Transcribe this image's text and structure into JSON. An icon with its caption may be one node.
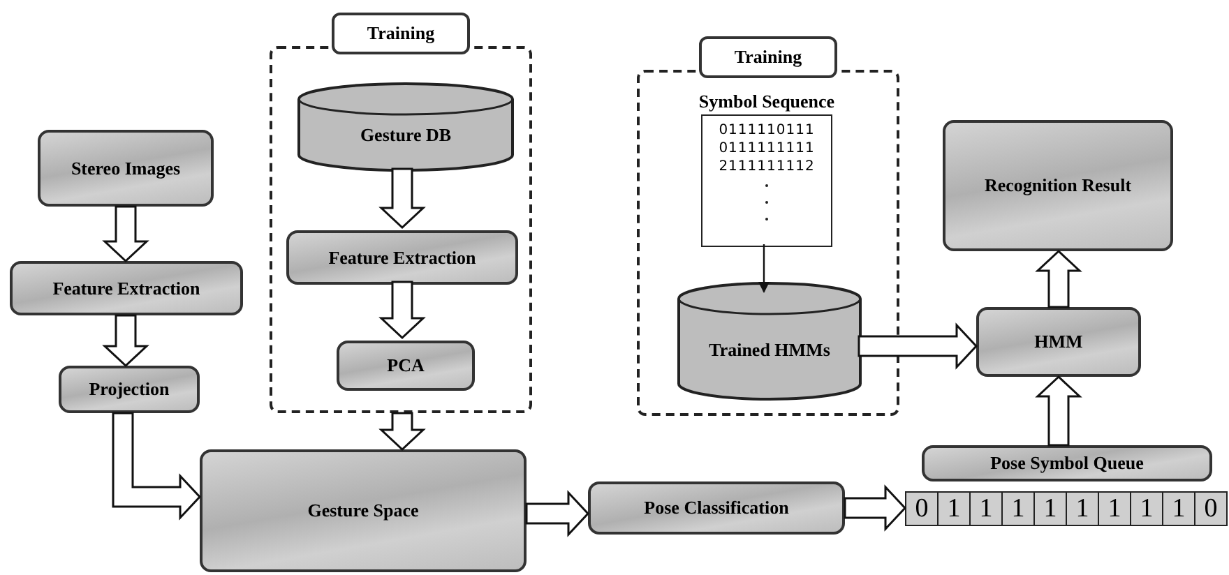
{
  "diagram": {
    "nodes": [
      {
        "text": [
          "Stereo Images"
        ]
      },
      {
        "text": [
          "Feature Extraction"
        ]
      },
      {
        "text": [
          "Projection"
        ]
      },
      {
        "text": [
          "Training"
        ]
      },
      {
        "text": [
          "Gesture DB"
        ],
        "in": 3
      },
      {
        "text": [
          "Feature Extraction"
        ],
        "in": 3
      },
      {
        "text": [
          "PCA"
        ],
        "in": 3
      },
      {
        "text": [
          "Gesture Space"
        ]
      },
      {
        "text": [
          "Pose Classification"
        ]
      },
      {
        "text": [
          "Training"
        ]
      },
      {
        "text": [
          "Symbol Sequence",
          "0111110111",
          "0111111111",
          "2111111112"
        ],
        "in": 9
      },
      {
        "text": [
          "Trained HMMs"
        ],
        "in": 9
      },
      {
        "text": [
          "Recognition Result"
        ]
      },
      {
        "text": [
          "HMM"
        ]
      },
      {
        "text": [
          "Pose Symbol Queue"
        ]
      },
      {
        "text": [
          "0",
          "1",
          "1",
          "1",
          "1",
          "1",
          "1",
          "1",
          "1",
          "0"
        ]
      }
    ],
    "edges": [
      {
        "from": 0,
        "to": 1,
        "arrow": "to",
        "style": "thick"
      },
      {
        "from": 1,
        "to": 2,
        "arrow": "to",
        "style": "thick"
      },
      {
        "from": 2,
        "to": 7,
        "arrow": "to",
        "style": "thick"
      },
      {
        "from": 4,
        "to": 5,
        "arrow": "to",
        "style": "thick"
      },
      {
        "from": 5,
        "to": 6,
        "arrow": "to",
        "style": "thick"
      },
      {
        "from": 3,
        "to": 7,
        "arrow": "to",
        "style": "thick"
      },
      {
        "from": 7,
        "to": 8,
        "arrow": "to",
        "style": "thick"
      },
      {
        "from": 8,
        "to": 15,
        "arrow": "to",
        "style": "thick"
      },
      {
        "from": 10,
        "to": 11,
        "arrow": "to"
      },
      {
        "from": 11,
        "to": 13,
        "arrow": "to",
        "style": "thick"
      },
      {
        "from": 14,
        "to": 13,
        "arrow": "to",
        "style": "thick"
      },
      {
        "from": 13,
        "to": 12,
        "arrow": "to",
        "style": "thick"
      }
    ]
  }
}
